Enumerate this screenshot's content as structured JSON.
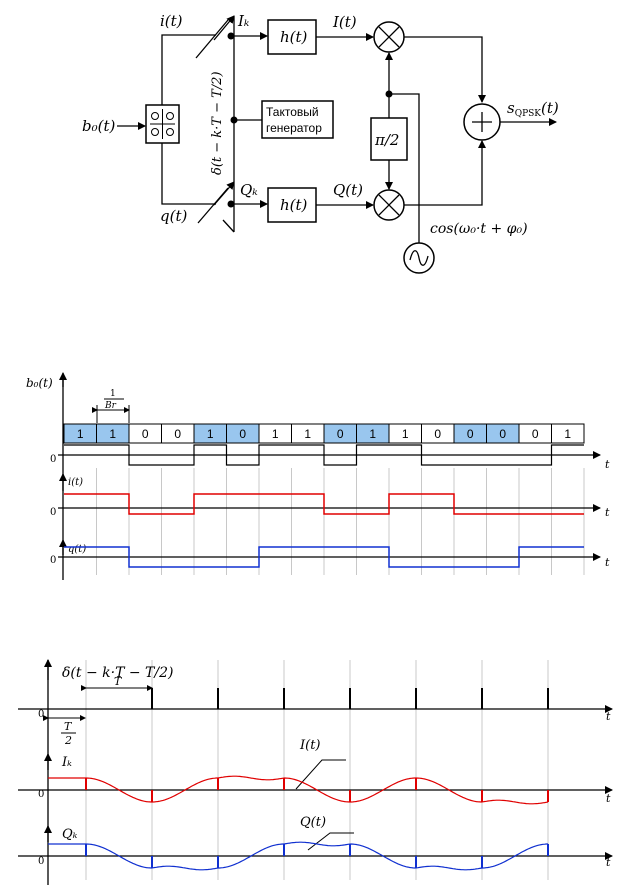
{
  "block_diagram": {
    "input_label": "b₀(t)",
    "i_label": "i(t)",
    "q_label": "q(t)",
    "ik_label": "Iₖ",
    "qk_label": "Qₖ",
    "h_label": "h(t)",
    "h2_label": "h(t)",
    "it_label": "I(t)",
    "qt_label": "Q(t)",
    "delta_label": "δ(t − k·T − T/2)",
    "clock_line1": "Тактовый",
    "clock_line2": "генератор",
    "pi2_label": "π/2",
    "carrier_label": "cos(ω₀·t + φ₀)",
    "output_label": "s",
    "output_sub": "QPSK",
    "output_arg": "(t)",
    "mult_symbol": "✕",
    "sum_symbol": "+",
    "osc_symbol": "∿"
  },
  "bit_chart": {
    "bits": [
      "1",
      "1",
      "0",
      "0",
      "1",
      "0",
      "1",
      "1",
      "0",
      "1",
      "1",
      "0",
      "0",
      "0",
      "0",
      "1"
    ],
    "highlighted_bits": [
      0,
      1,
      4,
      5,
      8,
      9,
      12,
      13
    ],
    "highlight_color": "#99c6ee",
    "y_label": "b₀(t)",
    "period_label_num": "1",
    "period_label_den": "Br",
    "origin": "0",
    "t_label": "t",
    "i_label": "i(t)",
    "q_label": "q(t)",
    "i_levels": [
      1,
      1,
      -1,
      -1,
      1,
      1,
      1,
      1,
      -1,
      -1,
      1,
      1,
      -1,
      -1,
      -1,
      -1
    ],
    "q_levels": [
      1,
      1,
      -1,
      -1,
      -1,
      -1,
      1,
      1,
      1,
      1,
      -1,
      -1,
      -1,
      -1,
      1,
      1
    ],
    "i_color": "#e00000",
    "q_color": "#1030d0"
  },
  "timing_chart": {
    "delta_label": "δ(t − k·T − T/2)",
    "T_label": "T",
    "half_T_num": "T",
    "half_T_den": "2",
    "origin": "0",
    "t_label": "t",
    "ik_label": "Iₖ",
    "qk_label": "Qₖ",
    "it_label": "I(t)",
    "qt_label": "Q(t)"
  }
}
